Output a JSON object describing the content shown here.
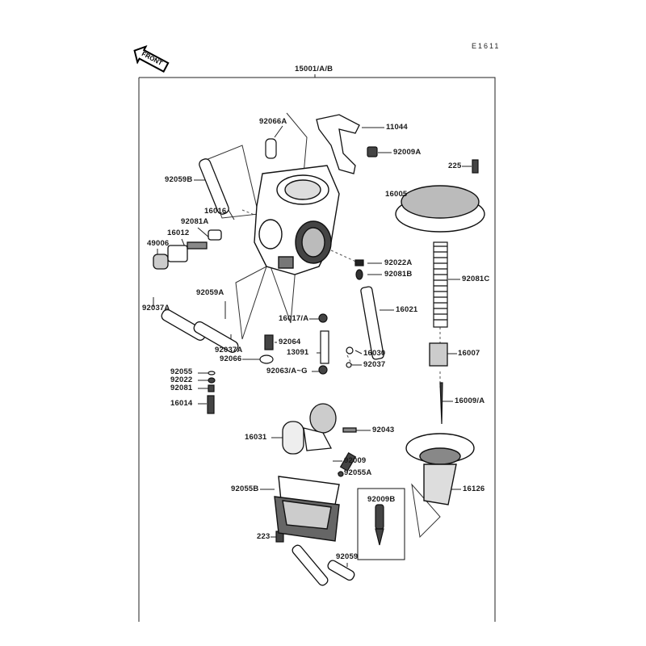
{
  "diagram_code": "E1611",
  "front_label": "FRONT",
  "assembly_label": "15001/A/B",
  "parts": {
    "p92066A": "92066A",
    "p11044": "11044",
    "p92009A": "92009A",
    "p225": "225",
    "p92059B": "92059B",
    "p16005": "16005",
    "p16016": "16016",
    "p92081A": "92081A",
    "p16012": "16012",
    "p49006": "49006",
    "p92022A": "92022A",
    "p92081B": "92081B",
    "p92081C": "92081C",
    "p92059A": "92059A",
    "p92037A_1": "92037A",
    "p16021": "16021",
    "p16017A": "16017/A",
    "p92064": "92064",
    "p92037A_2": "92037A",
    "p13091": "13091",
    "p92066": "92066",
    "p16030": "16030",
    "p92037": "92037",
    "p16007": "16007",
    "p92055": "92055",
    "p92022": "92022",
    "p92081": "92081",
    "p16014": "16014",
    "p92063": "92063/A~G",
    "p16009A": "16009/A",
    "p16031": "16031",
    "p92043": "92043",
    "p92009": "92009",
    "p92055A": "92055A",
    "p92055B": "92055B",
    "p16126": "16126",
    "p92009B": "92009B",
    "p223": "223",
    "p92059": "92059"
  }
}
